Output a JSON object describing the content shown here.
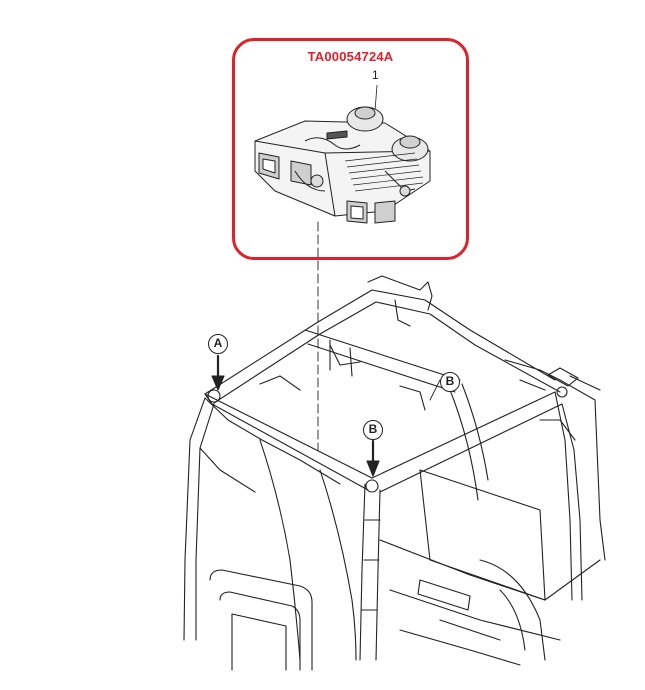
{
  "callout": {
    "part_number": "TA00054724A",
    "item_number": "1"
  },
  "labels": {
    "a": "A",
    "b_top": "B",
    "b_right": "B"
  },
  "colors": {
    "highlight": "#e0202a",
    "line": "#222222"
  }
}
